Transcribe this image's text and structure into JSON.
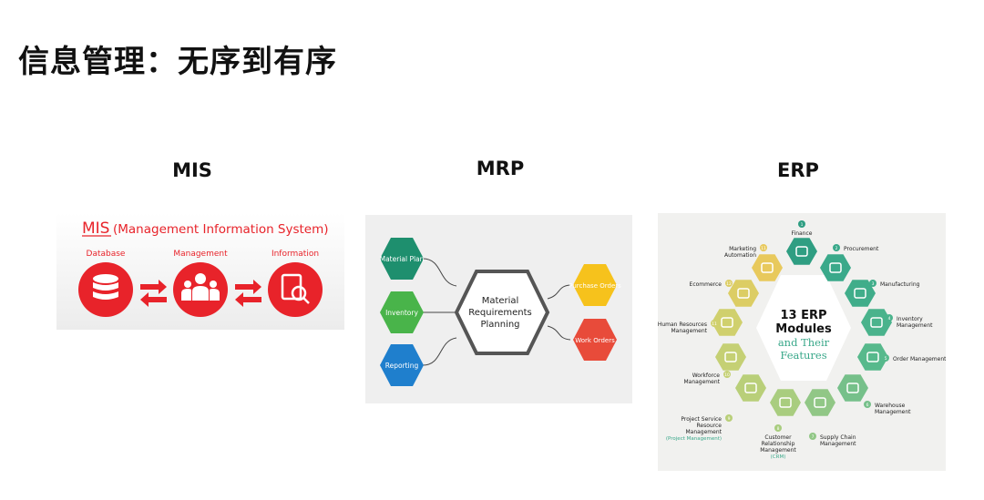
{
  "title": "信息管理：无序到有序",
  "mis": {
    "caption": "MIS",
    "header_abbr": "MIS",
    "header_full": "(Management Information System)",
    "labels": [
      "Database",
      "Management",
      "Information"
    ],
    "accent": "#e8232a"
  },
  "mrp": {
    "caption": "MRP",
    "inputs": [
      "Material Plan",
      "Inventory",
      "Reporting"
    ],
    "center": [
      "Material",
      "Requirements",
      "Planning"
    ],
    "outputs": [
      "Purchase Orders",
      "Work Orders"
    ],
    "colors": {
      "teal": "#1e8f6e",
      "green": "#49b44a",
      "blue": "#1f7fcd",
      "yellow": "#f6c21c",
      "red": "#e84b3a"
    }
  },
  "erp": {
    "caption": "ERP",
    "center_lines": [
      "13 ERP",
      "Modules",
      "and Their",
      "Features"
    ],
    "modules": [
      {
        "num": "1",
        "label": "Finance"
      },
      {
        "num": "2",
        "label": "Procurement"
      },
      {
        "num": "3",
        "label": "Manufacturing"
      },
      {
        "num": "4",
        "label": "Inventory Management"
      },
      {
        "num": "5",
        "label": "Order Management"
      },
      {
        "num": "6",
        "label": "Warehouse Management"
      },
      {
        "num": "7",
        "label": "Supply Chain Management"
      },
      {
        "num": "8",
        "label": "Customer Relationship Management",
        "sub": "(CRM)"
      },
      {
        "num": "9",
        "label": "Project Service Resource Management",
        "sub": "(Project Management)"
      },
      {
        "num": "10",
        "label": "Workforce Management"
      },
      {
        "num": "11",
        "label": "Human Resources Management"
      },
      {
        "num": "12",
        "label": "Ecommerce"
      },
      {
        "num": "11",
        "label": "Marketing Automation"
      }
    ]
  }
}
